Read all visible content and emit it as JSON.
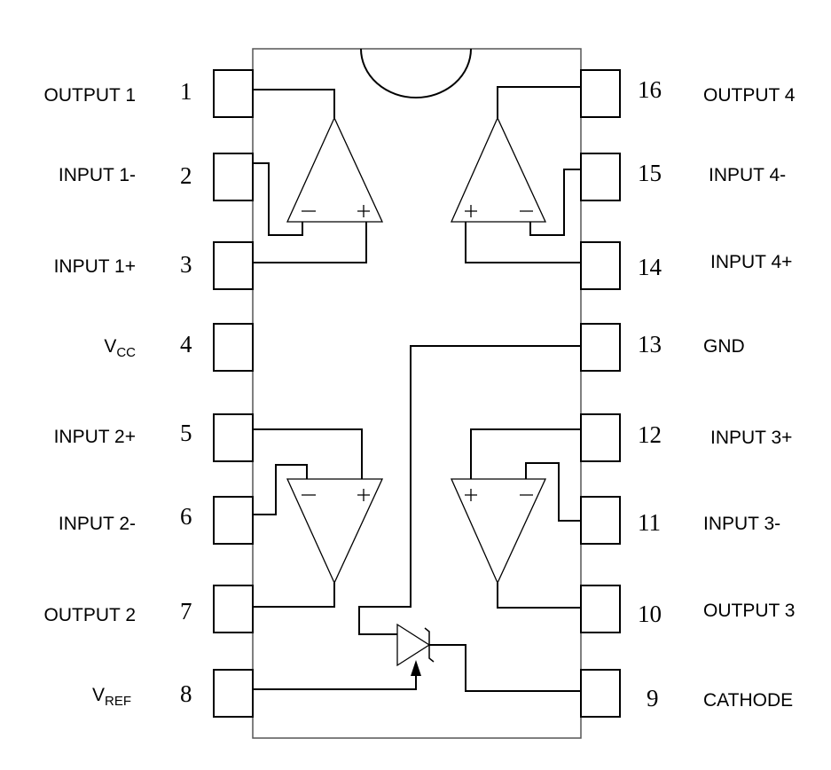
{
  "left_pins": [
    {
      "num": "1",
      "label": "OUTPUT 1"
    },
    {
      "num": "2",
      "label": "INPUT 1-"
    },
    {
      "num": "3",
      "label": "INPUT 1+"
    },
    {
      "num": "4",
      "label": "V",
      "sub": "CC"
    },
    {
      "num": "5",
      "label": "INPUT 2+"
    },
    {
      "num": "6",
      "label": "INPUT 2-"
    },
    {
      "num": "7",
      "label": "OUTPUT 2"
    },
    {
      "num": "8",
      "label": "V",
      "sub": "REF"
    }
  ],
  "right_pins": [
    {
      "num": "16",
      "label": "OUTPUT 4"
    },
    {
      "num": "15",
      "label": "INPUT 4-"
    },
    {
      "num": "14",
      "label": "INPUT 4+"
    },
    {
      "num": "13",
      "label": "GND"
    },
    {
      "num": "12",
      "label": "INPUT 3+"
    },
    {
      "num": "11",
      "label": "INPUT 3-"
    },
    {
      "num": "10",
      "label": "OUTPUT 3"
    },
    {
      "num": "9",
      "label": "CATHODE"
    }
  ],
  "symbols": {
    "plus": "+",
    "minus": "−"
  }
}
